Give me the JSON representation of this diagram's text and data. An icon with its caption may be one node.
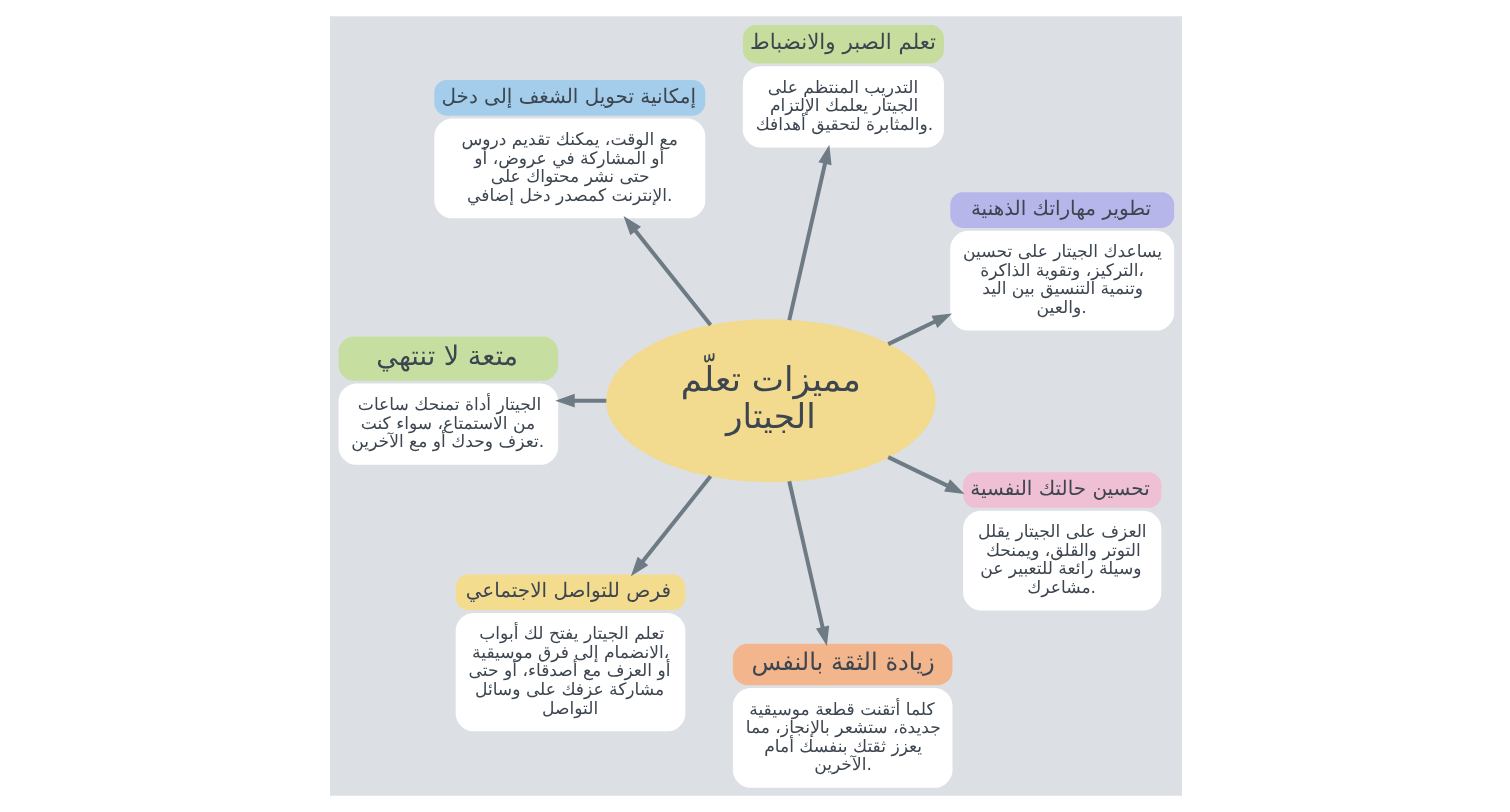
{
  "diagram": {
    "nodes": [
      {
        "text": [
          "مميزات تعلّم الجيتار"
        ]
      },
      {
        "text": [
          "تعلم الصبر والانضباط",
          "التدريب المنتظم على الجيتار يعلمك الإلتزام والمثابرة لتحقيق أهدافك."
        ]
      },
      {
        "text": [
          "تطوير مهاراتك الذهنية",
          "يساعدك الجيتار على تحسين التركيز، وتقوية الذاكرة، وتنمية التنسيق بين اليد والعين."
        ]
      },
      {
        "text": [
          "تحسين حالتك النفسية",
          "العزف على الجيتار يقلل التوتر والقلق، ويمنحك وسيلة رائعة للتعبير عن مشاعرك."
        ]
      },
      {
        "text": [
          "زيادة الثقة بالنفس",
          "كلما أتقنت قطعة موسيقية جديدة، ستشعر بالإنجاز، مما يعزز ثقتك بنفسك أمام الآخرين."
        ]
      },
      {
        "text": [
          "فرص للتواصل الاجتماعي",
          "تعلم الجيتار يفتح لك أبواب الانضمام إلى فرق موسيقية، أو العزف مع أصدقاء، أو حتى مشاركة عزفك على وسائل التواصل"
        ]
      },
      {
        "text": [
          "متعة لا تنتهي",
          "الجيتار أداة تمنحك ساعات من الاستمتاع، سواء كنت تعزف وحدك أو مع الآخرين."
        ]
      },
      {
        "text": [
          "إمكانية تحويل الشغف إلى دخل",
          "مع الوقت، يمكنك تقديم دروس أو المشاركة في عروض، أو حتى نشر محتواك على الإنترنت كمصدر دخل إضافي."
        ]
      }
    ],
    "edges": [
      {
        "from": 0,
        "to": 2,
        "arrow": "to"
      },
      {
        "from": 0,
        "to": 1,
        "arrow": "to"
      },
      {
        "from": 0,
        "to": 7,
        "arrow": "to"
      },
      {
        "from": 0,
        "to": 6,
        "arrow": "to"
      },
      {
        "from": 0,
        "to": 5,
        "arrow": "to"
      },
      {
        "from": 0,
        "to": 4,
        "arrow": "to"
      },
      {
        "from": 0,
        "to": 3,
        "arrow": "to"
      }
    ]
  }
}
